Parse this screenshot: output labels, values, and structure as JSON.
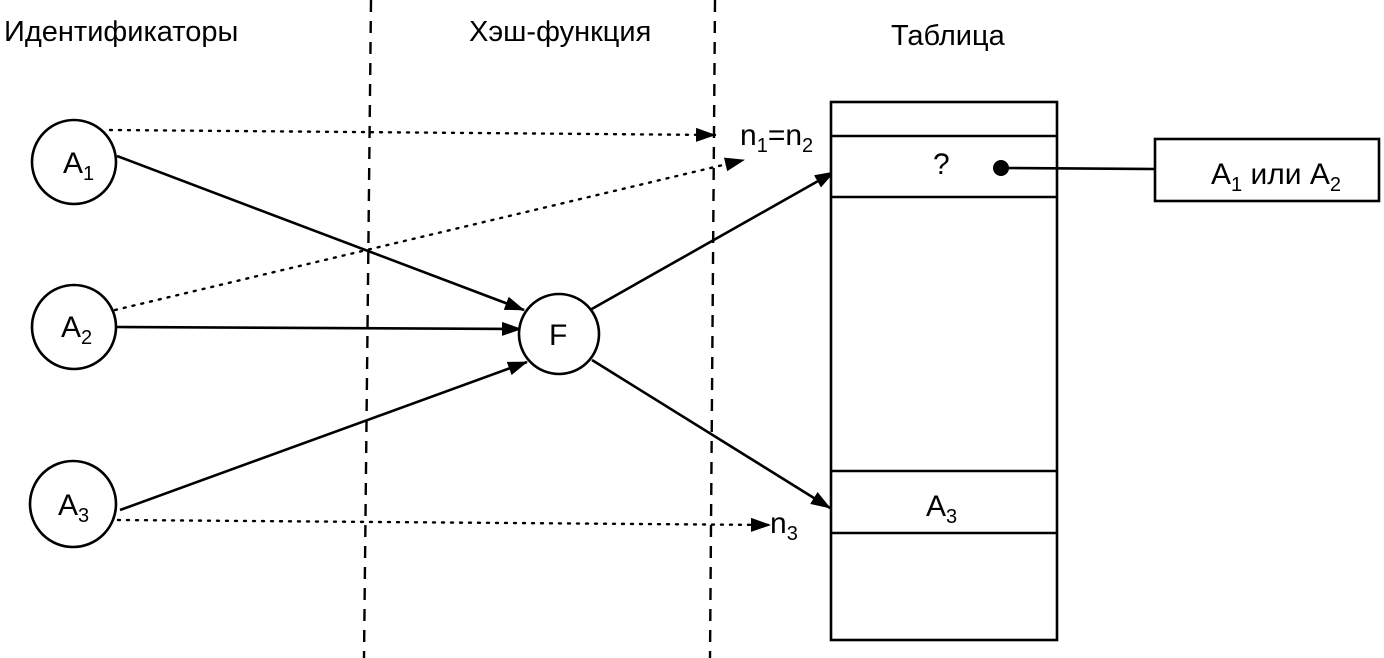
{
  "columns": {
    "identifiers": "Идентификаторы",
    "hash_function": "Хэш-функция",
    "table": "Таблица"
  },
  "nodes": {
    "a1": {
      "letter": "A",
      "sub": "1"
    },
    "a2": {
      "letter": "A",
      "sub": "2"
    },
    "a3": {
      "letter": "A",
      "sub": "3"
    },
    "f": "F"
  },
  "indices": {
    "n12": {
      "n1": "n",
      "s1": "1",
      "eq": "=",
      "n2": "n",
      "s2": "2"
    },
    "n3": {
      "n": "n",
      "s": "3"
    }
  },
  "table": {
    "collision_mark": "?",
    "row_a3": {
      "letter": "A",
      "sub": "3"
    }
  },
  "overflow": {
    "a1": "A",
    "s1": "1",
    "or": " или ",
    "a2": "A",
    "s2": "2"
  }
}
